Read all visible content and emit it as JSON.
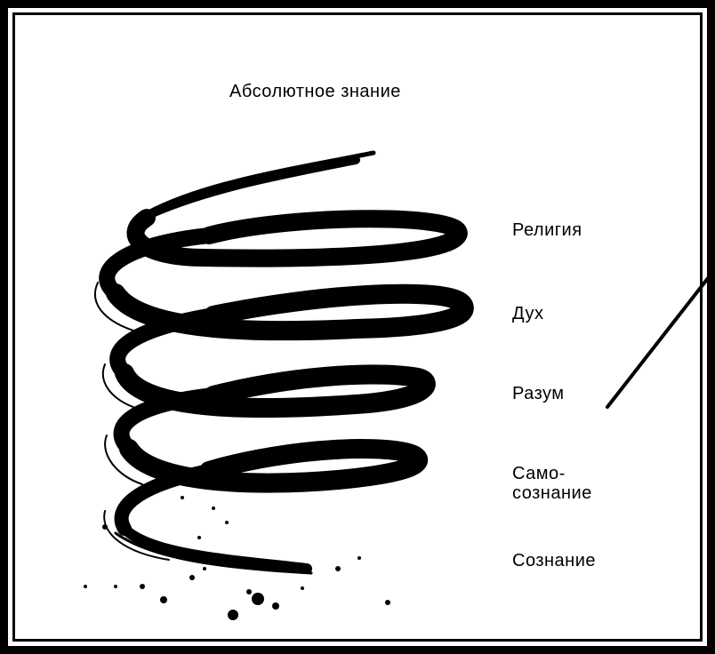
{
  "title": "Абсолютное знание",
  "levels": [
    "Религия",
    "Дух",
    "Разум",
    "Само-\nсознание",
    "Сознание"
  ],
  "colors": {
    "ink": "#000000",
    "background": "#ffffff"
  }
}
